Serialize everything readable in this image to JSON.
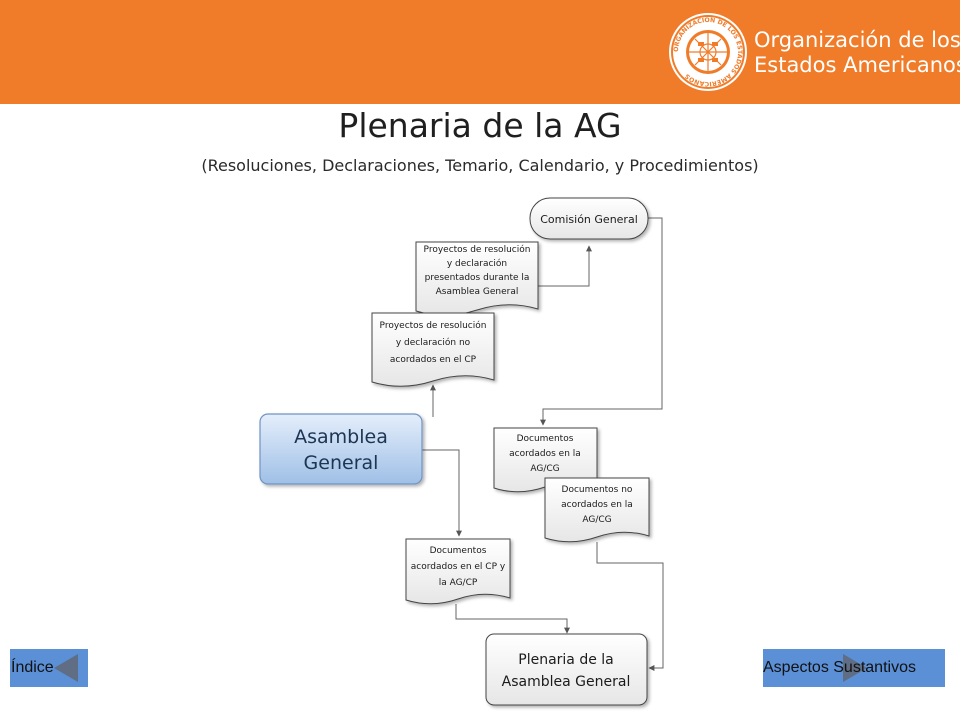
{
  "header": {
    "org_name_line1": "Organización de los",
    "org_name_line2": "Estados Americanos",
    "seal_text": "ORGANIZACIÓN DE LOS ESTADOS AMERICANOS",
    "bg_color": "#f07c2a"
  },
  "title": "Plenaria de la AG",
  "subtitle": "(Resoluciones,  Declaraciones, Temario, Calendario, y Procedimientos)",
  "diagram": {
    "asamblea_line1": "Asamblea",
    "asamblea_line2": "General",
    "comision_general": "Comisión General",
    "proyectos_presentados": [
      "Proyectos de resolución",
      "y declaración",
      "presentados durante la",
      "Asamblea General"
    ],
    "proyectos_no_acordados": [
      "Proyectos de resolución",
      "y declaración no",
      "acordados en el CP"
    ],
    "doc_acordados_ag": [
      "Documentos",
      "acordados en la",
      "AG/CG"
    ],
    "doc_no_acordados_ag": [
      "Documentos no",
      "acordados en la",
      "AG/CG"
    ],
    "doc_acordados_cp": [
      "Documentos",
      "acordados en el CP y",
      "la AG/CP"
    ],
    "plenaria_line1": "Plenaria de la",
    "plenaria_line2": "Asamblea General"
  },
  "nav": {
    "prev_label": "Índice",
    "next_label": "Aspectos Sustantivos",
    "button_color": "#5b8fd6"
  }
}
